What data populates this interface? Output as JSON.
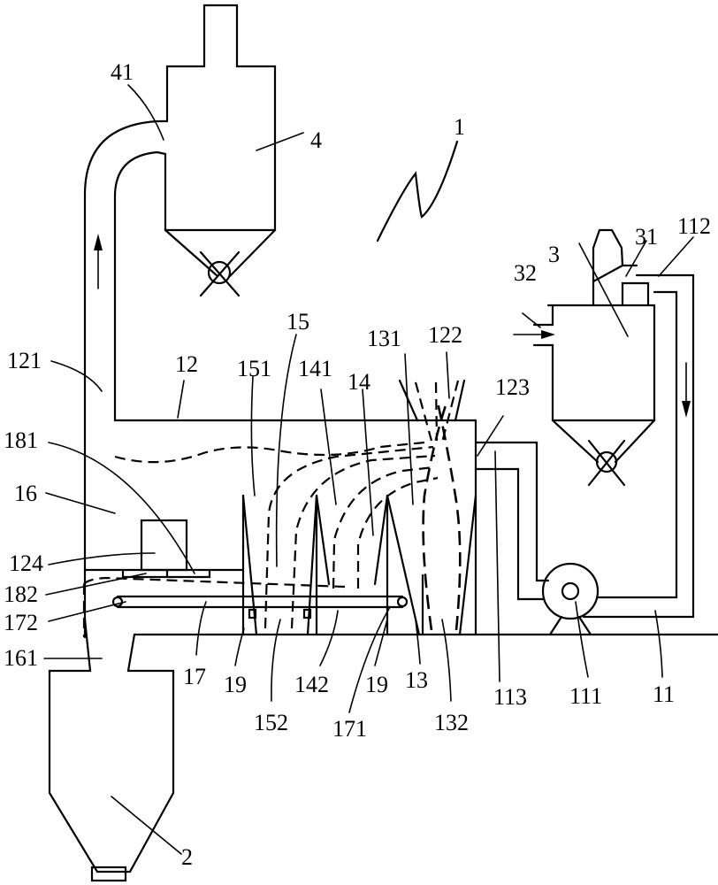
{
  "figure": {
    "type": "patent schematic",
    "ink_color": "#000000",
    "background": "#ffffff"
  },
  "labels": {
    "l1": "1",
    "l2": "2",
    "l3": "3",
    "l4": "4",
    "l11": "11",
    "l12": "12",
    "l13": "13",
    "l14": "14",
    "l15": "15",
    "l16": "16",
    "l17": "17",
    "l19a": "19",
    "l19b": "19",
    "l31": "31",
    "l32": "32",
    "l41": "41",
    "l111": "111",
    "l112": "112",
    "l113": "113",
    "l121": "121",
    "l122": "122",
    "l123": "123",
    "l124": "124",
    "l131": "131",
    "l132": "132",
    "l141": "141",
    "l142": "142",
    "l151": "151",
    "l152": "152",
    "l161": "161",
    "l171": "171",
    "l172": "172",
    "l181": "181",
    "l182": "182"
  },
  "flow_arrows": [
    {
      "name": "riser-up-arrow",
      "direction": "up"
    },
    {
      "name": "inlet-32-arrow",
      "direction": "right"
    },
    {
      "name": "return-duct-down-arrow",
      "direction": "down"
    }
  ]
}
